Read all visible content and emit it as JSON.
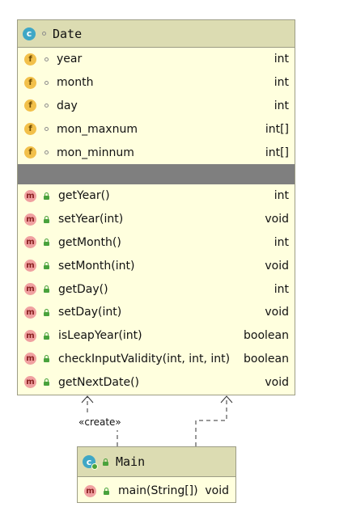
{
  "date_class": {
    "icon_letter": "c",
    "name": "Date",
    "fields": [
      {
        "icon": "f",
        "name": "year",
        "type": "int"
      },
      {
        "icon": "f",
        "name": "month",
        "type": "int"
      },
      {
        "icon": "f",
        "name": "day",
        "type": "int"
      },
      {
        "icon": "f",
        "name": "mon_maxnum",
        "type": "int[]"
      },
      {
        "icon": "f",
        "name": "mon_minnum",
        "type": "int[]"
      }
    ],
    "methods": [
      {
        "icon": "m",
        "name": "getYear()",
        "type": "int"
      },
      {
        "icon": "m",
        "name": "setYear(int)",
        "type": "void"
      },
      {
        "icon": "m",
        "name": "getMonth()",
        "type": "int"
      },
      {
        "icon": "m",
        "name": "setMonth(int)",
        "type": "void"
      },
      {
        "icon": "m",
        "name": "getDay()",
        "type": "int"
      },
      {
        "icon": "m",
        "name": "setDay(int)",
        "type": "void"
      },
      {
        "icon": "m",
        "name": "isLeapYear(int)",
        "type": "boolean"
      },
      {
        "icon": "m",
        "name": "checkInputValidity(int, int, int)",
        "type": "boolean"
      },
      {
        "icon": "m",
        "name": "getNextDate()",
        "type": "void"
      }
    ]
  },
  "main_class": {
    "icon_letter": "c",
    "name": "Main",
    "methods": [
      {
        "icon": "m",
        "name": "main(String[])",
        "type": "void"
      }
    ]
  },
  "relations": {
    "create_label": "«create»"
  },
  "colors": {
    "body": "#ffffde",
    "header": "#dcdcb2",
    "border": "#9d9d86",
    "separator": "#7f7f7f",
    "class_icon": "#3fa7c6",
    "field_icon": "#f2c04a",
    "method_icon": "#f0a0a0",
    "public_lock": "#49a23c"
  }
}
